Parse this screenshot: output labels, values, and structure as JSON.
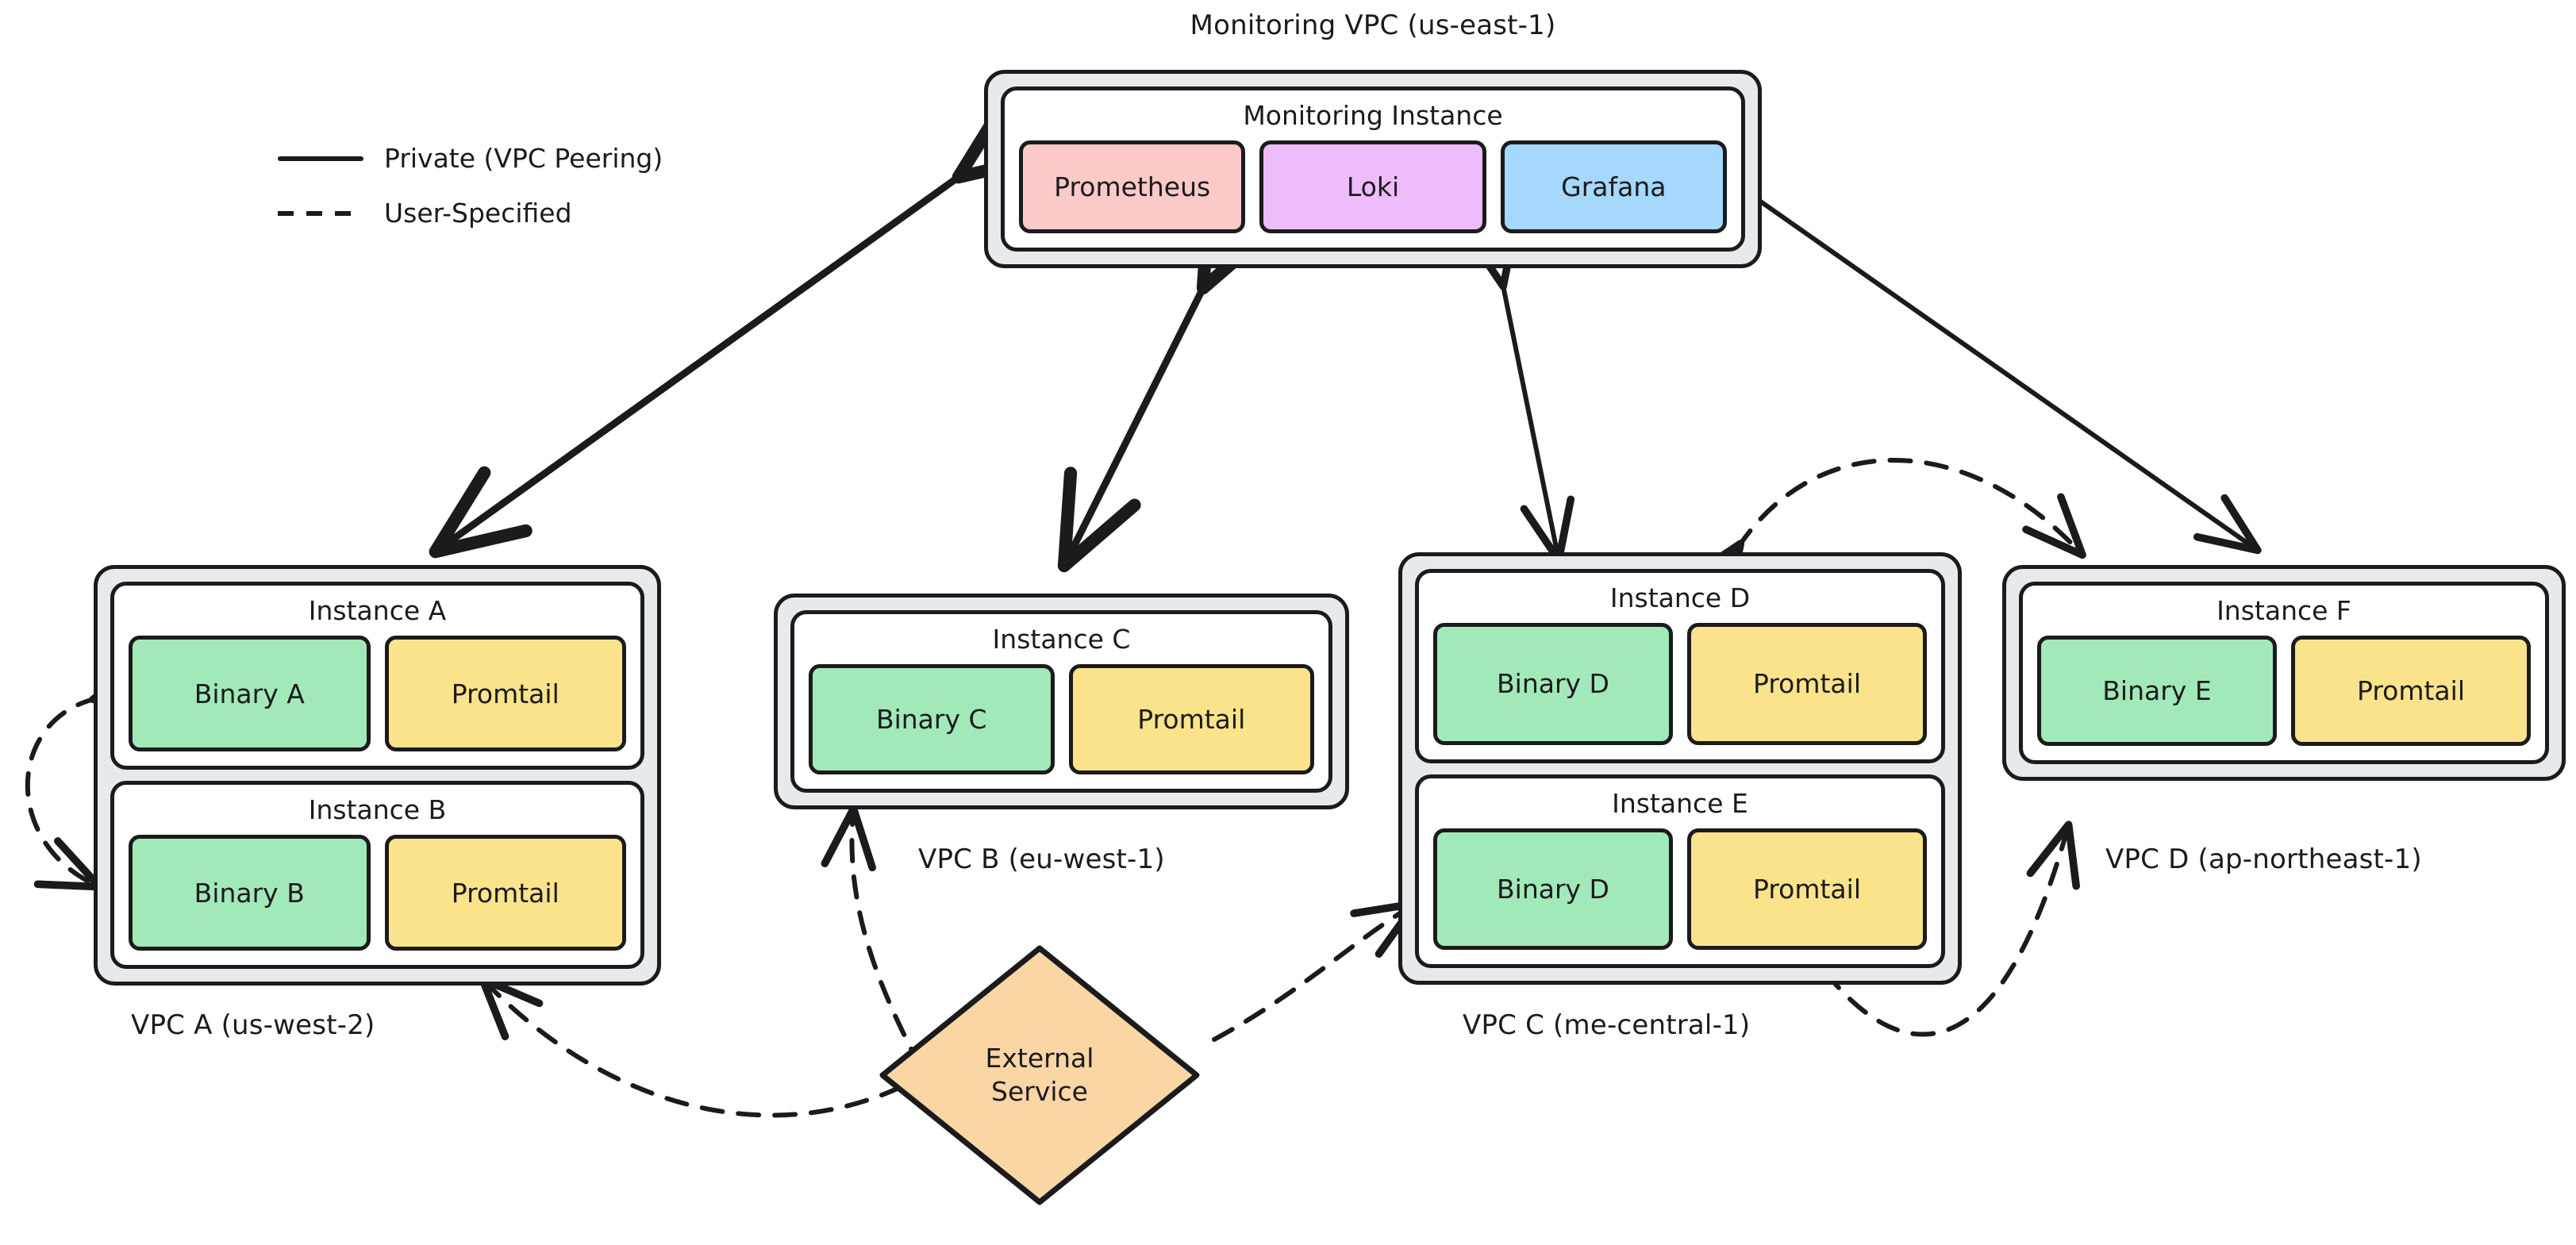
{
  "title": "Monitoring VPC (us-east-1)",
  "legend": {
    "items": [
      {
        "label": "Private (VPC Peering)",
        "style": "solid"
      },
      {
        "label": "User-Specified",
        "style": "dashed"
      }
    ]
  },
  "monitoring_vpc": {
    "label": "Monitoring VPC (us-east-1)",
    "instance": {
      "title": "Monitoring Instance",
      "processes": [
        {
          "name": "Prometheus",
          "color": "#fbc9c8"
        },
        {
          "name": "Loki",
          "color": "#efbcfb"
        },
        {
          "name": "Grafana",
          "color": "#a5d8fb"
        }
      ]
    }
  },
  "vpcs": [
    {
      "id": "vpc-a",
      "label": "VPC A (us-west-2)",
      "instances": [
        {
          "title": "Instance A",
          "processes": [
            {
              "name": "Binary A",
              "color": "#a2e9b9"
            },
            {
              "name": "Promtail",
              "color": "#fbe38b"
            }
          ]
        },
        {
          "title": "Instance B",
          "processes": [
            {
              "name": "Binary B",
              "color": "#a2e9b9"
            },
            {
              "name": "Promtail",
              "color": "#fbe38b"
            }
          ]
        }
      ]
    },
    {
      "id": "vpc-b",
      "label": "VPC B (eu-west-1)",
      "instances": [
        {
          "title": "Instance C",
          "processes": [
            {
              "name": "Binary C",
              "color": "#a2e9b9"
            },
            {
              "name": "Promtail",
              "color": "#fbe38b"
            }
          ]
        }
      ]
    },
    {
      "id": "vpc-c",
      "label": "VPC C (me-central-1)",
      "instances": [
        {
          "title": "Instance D",
          "processes": [
            {
              "name": "Binary D",
              "color": "#a2e9b9"
            },
            {
              "name": "Promtail",
              "color": "#fbe38b"
            }
          ]
        },
        {
          "title": "Instance E",
          "processes": [
            {
              "name": "Binary D",
              "color": "#a2e9b9"
            },
            {
              "name": "Promtail",
              "color": "#fbe38b"
            }
          ]
        }
      ]
    },
    {
      "id": "vpc-d",
      "label": "VPC D (ap-northeast-1)",
      "instances": [
        {
          "title": "Instance F",
          "processes": [
            {
              "name": "Binary E",
              "color": "#a2e9b9"
            },
            {
              "name": "Promtail",
              "color": "#fbe38b"
            }
          ]
        }
      ]
    }
  ],
  "external_service": {
    "line1": "External",
    "line2": "Service",
    "color": "#fbd6a5"
  },
  "colors": {
    "stroke": "#1b1b1d",
    "vpc_fill": "#e6eaec",
    "instance_fill": "#ffffff",
    "background": "#ffffff"
  },
  "connections": [
    {
      "from": "Monitoring VPC",
      "to": "VPC A",
      "style": "solid",
      "direction": "both"
    },
    {
      "from": "Monitoring VPC",
      "to": "VPC B",
      "style": "solid",
      "direction": "both"
    },
    {
      "from": "Monitoring VPC",
      "to": "VPC C",
      "style": "solid",
      "direction": "both"
    },
    {
      "from": "Monitoring VPC",
      "to": "VPC D",
      "style": "solid",
      "direction": "both"
    },
    {
      "from": "Instance A",
      "to": "Instance B",
      "style": "dashed",
      "direction": "both"
    },
    {
      "from": "External Service",
      "to": "VPC A",
      "style": "dashed",
      "direction": "to"
    },
    {
      "from": "External Service",
      "to": "VPC B",
      "style": "dashed",
      "direction": "to"
    },
    {
      "from": "External Service",
      "to": "VPC C",
      "style": "dashed",
      "direction": "to"
    },
    {
      "from": "VPC C",
      "to": "VPC D",
      "style": "dashed",
      "direction": "both"
    },
    {
      "from": "VPC D",
      "to": "VPC C",
      "style": "dashed",
      "direction": "both"
    }
  ]
}
